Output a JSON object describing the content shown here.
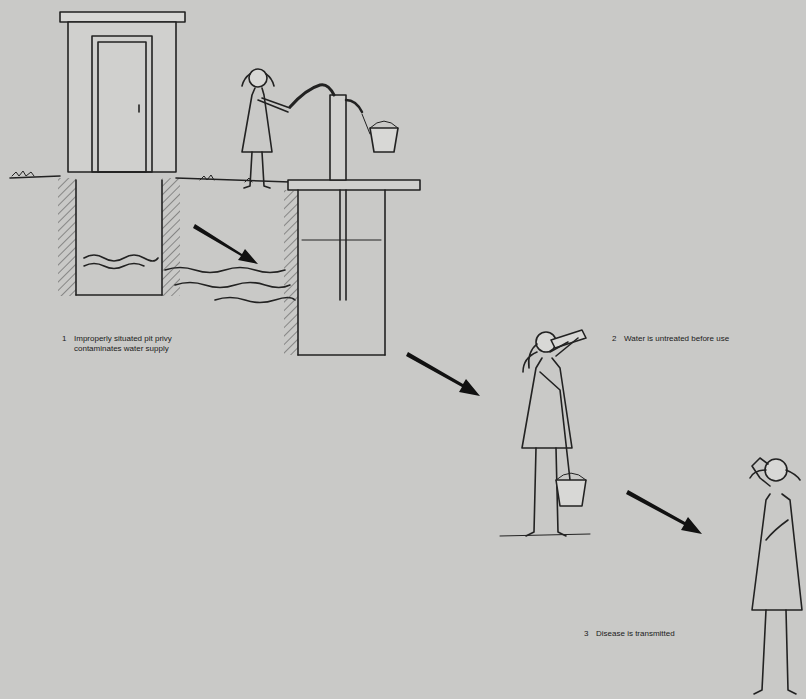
{
  "diagram": {
    "labels": [
      "1",
      "Improperly situated pit privy contaminates water supply",
      "2",
      "Water is untreated before use",
      "3",
      "Disease is transmitted"
    ]
  }
}
